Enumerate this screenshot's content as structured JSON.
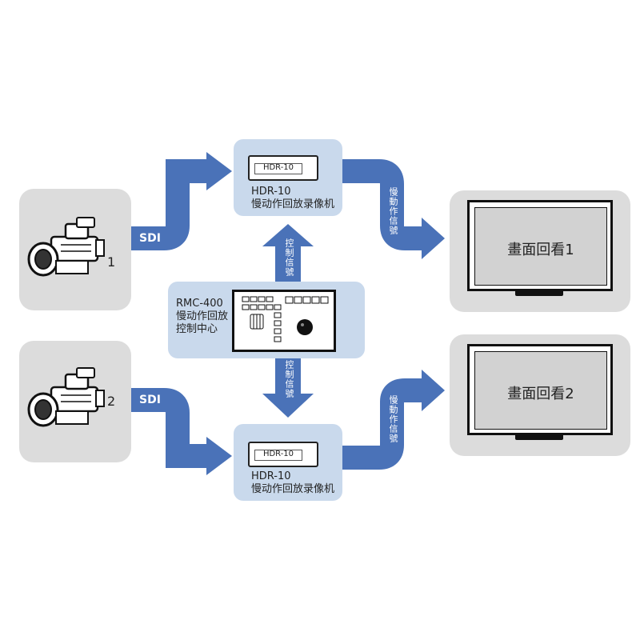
{
  "cameras": [
    {
      "number": "1"
    },
    {
      "number": "2"
    }
  ],
  "signals": {
    "sdi_top": "SDI",
    "sdi_bottom": "SDI",
    "control_up": "控制信號",
    "control_down": "控制信號",
    "slowmo_top": "慢動作信號",
    "slowmo_bottom": "慢動作信號"
  },
  "recorders": [
    {
      "device_label": "HDR-10",
      "name": "HDR-10",
      "desc": "慢动作回放录像机"
    },
    {
      "device_label": "HDR-10",
      "name": "HDR-10",
      "desc": "慢动作回放录像机"
    }
  ],
  "controller": {
    "name": "RMC-400",
    "line1": "慢动作回放",
    "line2": "控制中心"
  },
  "monitors": [
    {
      "label": "畫面回看1"
    },
    {
      "label": "畫面回看2"
    }
  ],
  "colors": {
    "arrow": "#4a72b8",
    "blue_box": "#c9d9ec",
    "gray_box": "#dcdcdc",
    "screen": "#d2d2d2"
  },
  "icons": [
    "camcorder-icon",
    "monitor-icon",
    "recorder-device-icon",
    "control-panel-icon"
  ]
}
